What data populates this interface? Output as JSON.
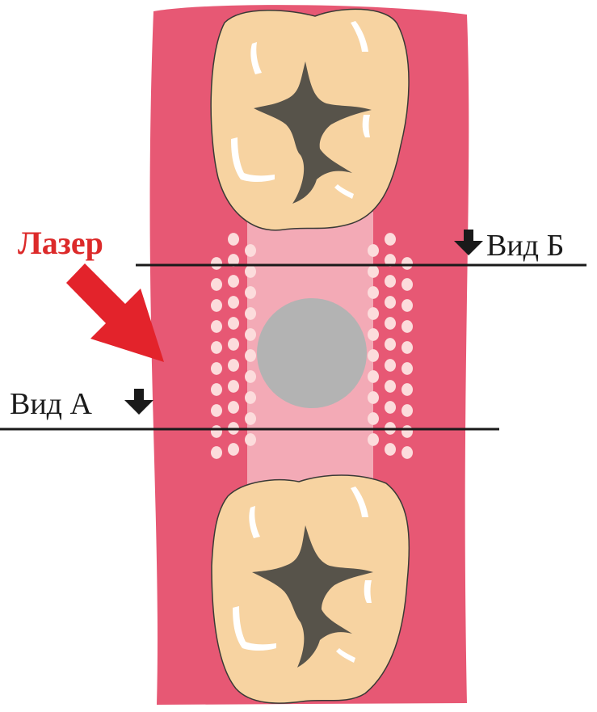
{
  "labels": {
    "laser": "Лазер",
    "view_a": "Вид А",
    "view_b": "Вид Б"
  },
  "colors": {
    "gum": "#e75874",
    "gum_dark": "#d8435f",
    "gap": "#f3aab6",
    "dots": "#fcdcdc",
    "tooth": "#f7d3a1",
    "tooth_outline": "#3a3a36",
    "fissure": "#57534a",
    "highlight": "#ffffff",
    "implant": "#b3b3b3",
    "laser_arrow": "#e3232b",
    "laser_text": "#dc2a2a",
    "text": "#1a1a1a",
    "line": "#1a1a1a"
  },
  "icons": {
    "laser_arrow": "arrow-down-right-icon",
    "view_arrow": "arrow-down-icon"
  }
}
